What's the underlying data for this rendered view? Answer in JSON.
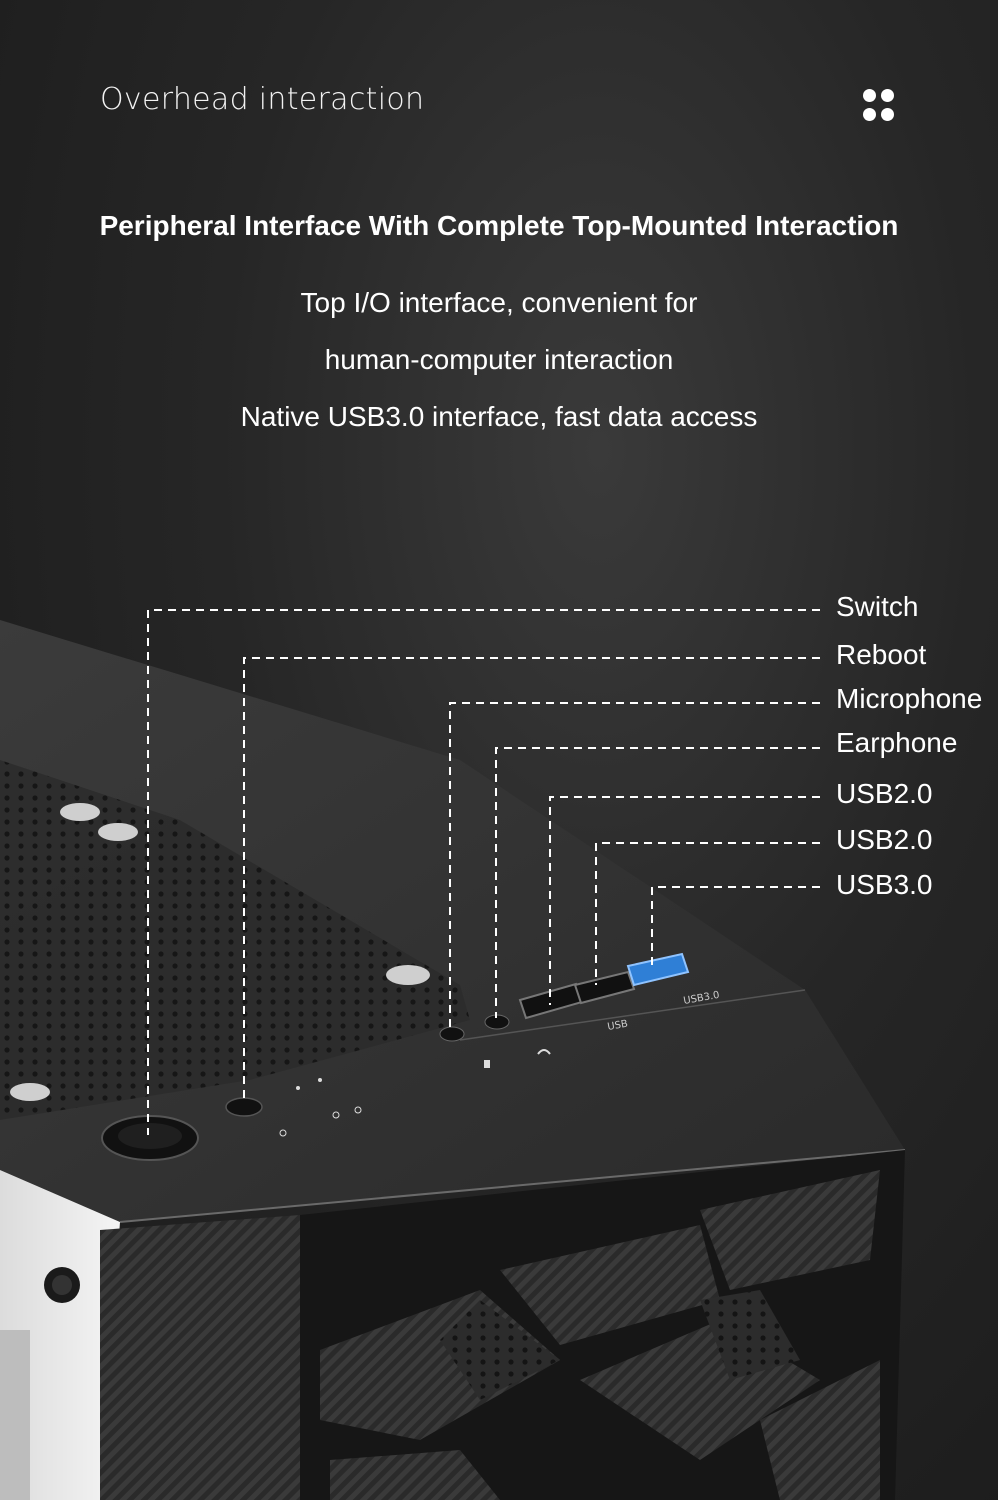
{
  "header": {
    "title": "Overhead interaction",
    "menu_icon": "dots-grid-icon"
  },
  "headline": "Peripheral Interface With Complete Top-Mounted Interaction",
  "description": [
    "Top I/O interface, convenient for",
    "human-computer interaction",
    "Native USB3.0 interface, fast data access"
  ],
  "callouts": [
    {
      "label": "Switch"
    },
    {
      "label": "Reboot"
    },
    {
      "label": "Microphone"
    },
    {
      "label": "Earphone"
    },
    {
      "label": "USB2.0"
    },
    {
      "label": "USB2.0"
    },
    {
      "label": "USB3.0"
    }
  ],
  "port_markings": {
    "usb2": "USB",
    "usb3": "USB3.0"
  },
  "colors": {
    "background": "#262626",
    "case_top": "#333333",
    "usb3_accent": "#2f7fd6",
    "callout_line": "#ffffff"
  }
}
